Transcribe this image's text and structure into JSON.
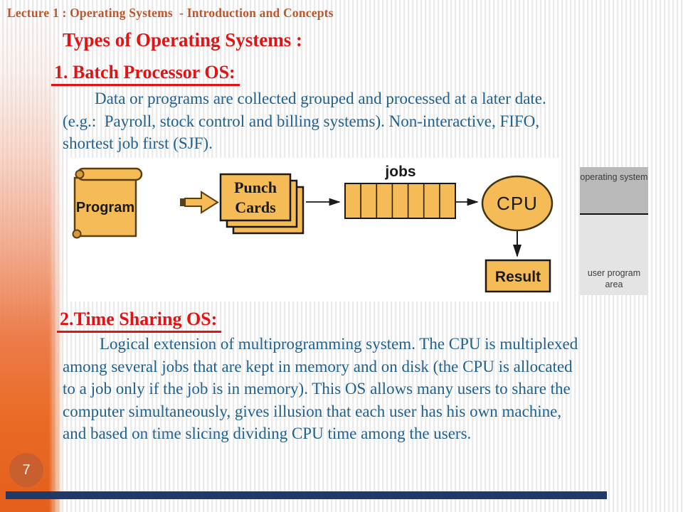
{
  "header": {
    "title": "Lecture 1 : Operating Systems  - Introduction and Concepts"
  },
  "headings": {
    "types": "Types of Operating Systems :"
  },
  "sections": {
    "batch": {
      "heading": "1. Batch Processor OS:",
      "lines": [
        "Data or programs are collected grouped and processed at a later date.",
        "(e.g.:  Payroll, stock control and billing systems). Non-interactive, FIFO,",
        "shortest job first (SJF)."
      ]
    },
    "time": {
      "heading": "2.Time Sharing OS:",
      "lines": [
        "Logical extension of multiprogramming system. The CPU is multiplexed",
        "among several jobs that are kept in memory and on disk (the CPU is allocated",
        "to a job only if the job is in memory). This OS allows many users to share the",
        "computer simultaneously, gives illusion that each user has his own machine,",
        "and based on time slicing dividing CPU time among the users."
      ]
    }
  },
  "diagram": {
    "program_label": "Program",
    "punch_cards_line1": "Punch",
    "punch_cards_line2": "Cards",
    "jobs_label": "jobs",
    "cpu_label": "CPU",
    "result_label": "Result",
    "queue_cells": 7,
    "fill_color": "#f4bb56",
    "memory": {
      "top_label": "operating system",
      "bottom_label": "user program area"
    }
  },
  "footer": {
    "page_number": "7"
  },
  "colors": {
    "heading_red": "#e01414",
    "body_blue": "#1f618f",
    "header_brown": "#bc562b",
    "diagram_orange": "#f4bb56",
    "navy_bar": "#1f3a68",
    "gradient_orange": "#e4601c"
  }
}
